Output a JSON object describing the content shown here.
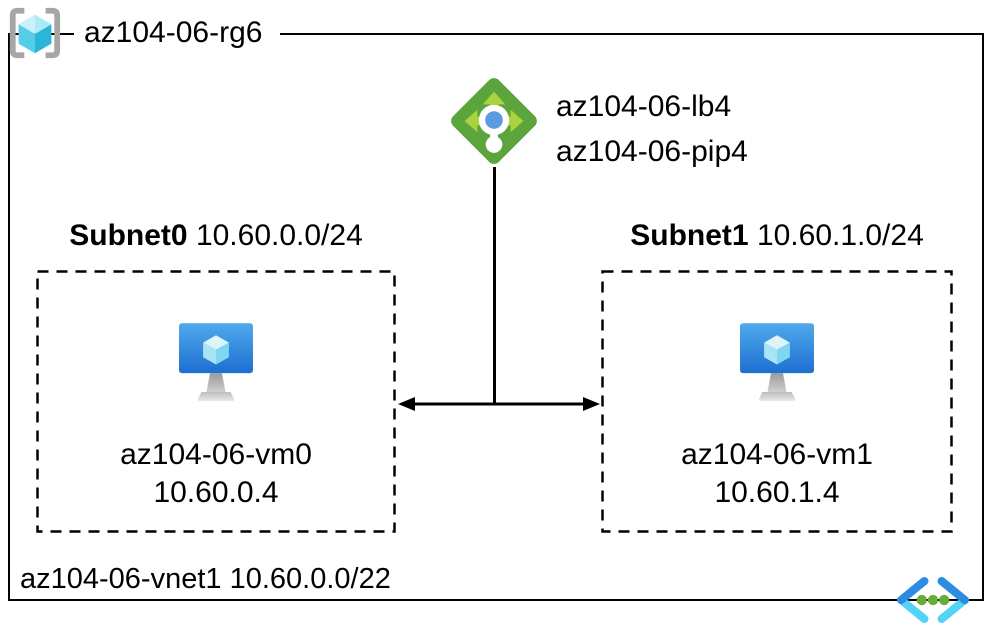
{
  "resource_group": {
    "label": "az104-06-rg6"
  },
  "load_balancer": {
    "name": "az104-06-lb4",
    "public_ip": "az104-06-pip4"
  },
  "subnets": [
    {
      "name": "Subnet0",
      "cidr": "10.60.0.0/24",
      "vm_name": "az104-06-vm0",
      "vm_ip": "10.60.0.4"
    },
    {
      "name": "Subnet1",
      "cidr": "10.60.1.0/24",
      "vm_name": "az104-06-vm1",
      "vm_ip": "10.60.1.4"
    }
  ],
  "vnet": {
    "name": "az104-06-vnet1",
    "cidr": "10.60.0.0/22"
  },
  "colors": {
    "line": "#000000",
    "bracket-gray": "#a6a6a6",
    "rg-cube-top": "#aee9f6",
    "rg-cube-top-hi": "#c9f1fa",
    "rg-cube-left": "#55cde8",
    "rg-cube-right": "#29b6d8",
    "lb-diamond": "#5ba53c",
    "lb-arrow": "#abd23f",
    "lb-dot": "#5b9be2",
    "vm-screen-top": "#4fa9ec",
    "vm-screen-bottom": "#1e6fd1",
    "vm-cube-top": "#ddf4fb",
    "vm-cube-left": "#a9e4f5",
    "vm-cube-right": "#7fd6f0",
    "vnet-dark-blue": "#2b8ce2",
    "vnet-cyan": "#53d4f5",
    "vnet-green": "#65ad35"
  }
}
